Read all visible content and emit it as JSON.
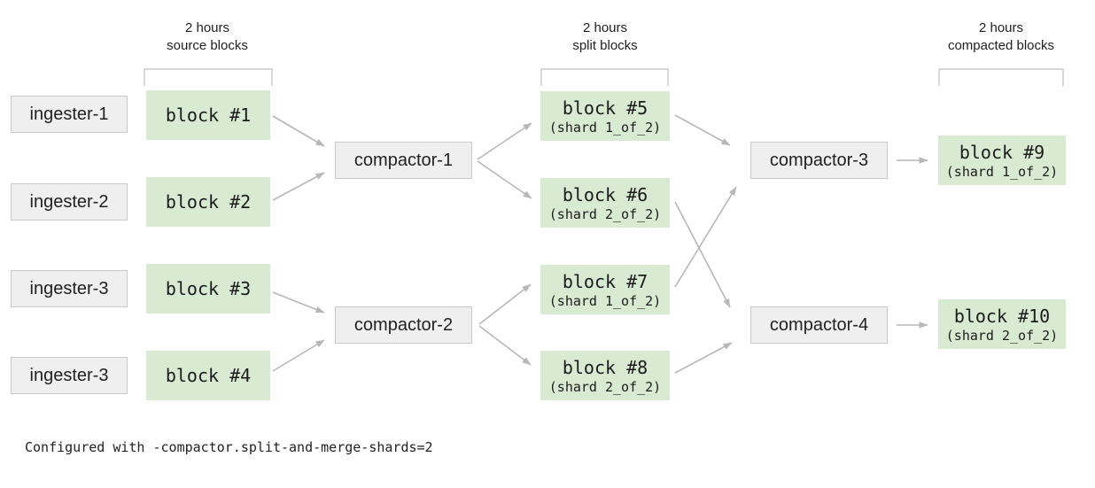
{
  "colors": {
    "block_green": "#d9ead3",
    "box_gray": "#efefef",
    "box_border": "#c9c9c9",
    "arrow_gray": "#b7b7b7",
    "bracket_gray": "#c9c9c9",
    "text_dark": "#212121"
  },
  "headers": [
    {
      "line1": "2 hours",
      "line2": "source blocks"
    },
    {
      "line1": "2 hours",
      "line2": "split blocks"
    },
    {
      "line1": "2 hours",
      "line2": "compacted blocks"
    }
  ],
  "ingesters": [
    {
      "label": "ingester-1"
    },
    {
      "label": "ingester-2"
    },
    {
      "label": "ingester-3"
    },
    {
      "label": "ingester-3"
    }
  ],
  "source_blocks": [
    {
      "label": "block #1"
    },
    {
      "label": "block #2"
    },
    {
      "label": "block #3"
    },
    {
      "label": "block #4"
    }
  ],
  "compactors": [
    {
      "label": "compactor-1"
    },
    {
      "label": "compactor-2"
    },
    {
      "label": "compactor-3"
    },
    {
      "label": "compactor-4"
    }
  ],
  "split_blocks": [
    {
      "label": "block #5",
      "shard": "(shard 1_of_2)"
    },
    {
      "label": "block #6",
      "shard": "(shard 2_of_2)"
    },
    {
      "label": "block #7",
      "shard": "(shard 1_of_2)"
    },
    {
      "label": "block #8",
      "shard": "(shard 2_of_2)"
    }
  ],
  "compacted_blocks": [
    {
      "label": "block #9",
      "shard": "(shard 1_of_2)"
    },
    {
      "label": "block #10",
      "shard": "(shard 2_of_2)"
    }
  ],
  "footer": {
    "text": "Configured with -compactor.split-and-merge-shards=2"
  }
}
